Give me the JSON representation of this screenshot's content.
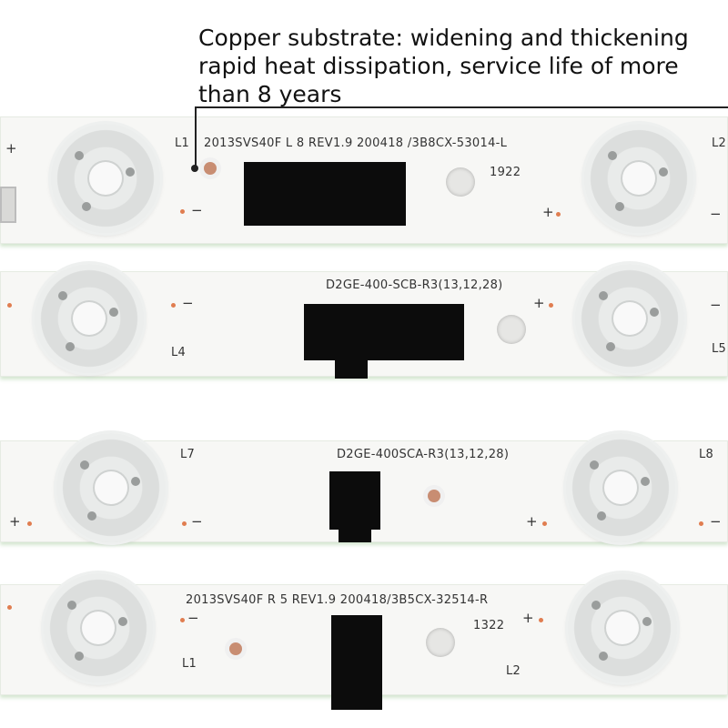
{
  "caption": {
    "line1": "Copper substrate: widening and thickening",
    "line2": "rapid heat dissipation, service life of more",
    "line3": "than 8 years"
  },
  "strips": [
    {
      "label_left": "L1",
      "code": "2013SVS40F L 8 REV1.9 200418 /3B8CX-53014-L",
      "mark": "1922",
      "label_right": "L2"
    },
    {
      "label_left": "L4",
      "code": "D2GE-400-SCB-R3(13,12,28)",
      "label_right": "L5"
    },
    {
      "label_left": "L7",
      "code": "D2GE-400SCA-R3(13,12,28)",
      "label_right": "L8"
    },
    {
      "label_left": "L1",
      "code": "2013SVS40F R 5 REV1.9 200418/3B5CX-32514-R",
      "mark": "1322",
      "label_right": "L2"
    }
  ],
  "symbols": {
    "plus": "+",
    "minus": "−"
  },
  "colors": {
    "pcb": "#f7f7f5",
    "chip": "#0c0c0c",
    "pad": "#c88d72"
  }
}
